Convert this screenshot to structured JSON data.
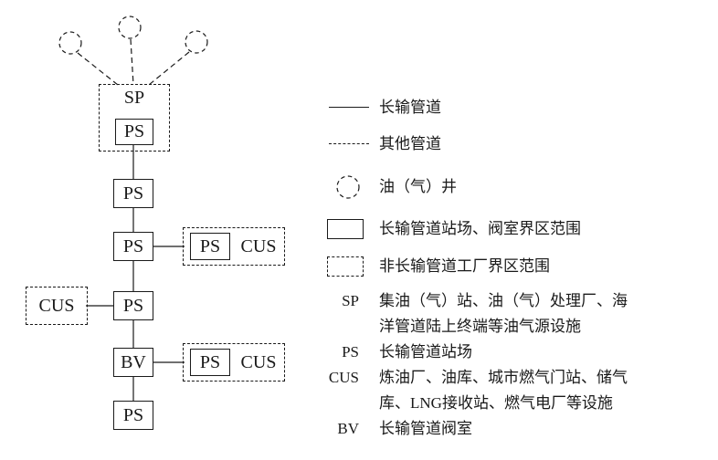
{
  "colors": {
    "ink": "#1a1a1a",
    "background": "#ffffff"
  },
  "diagram": {
    "labels": {
      "sp": "SP",
      "ps": "PS",
      "cus": "CUS",
      "bv": "BV"
    },
    "wells_count": 3
  },
  "legend": {
    "symbol_items": [
      {
        "symbol": "solid-line",
        "label": "长输管道"
      },
      {
        "symbol": "dashed-line",
        "label": "其他管道"
      },
      {
        "symbol": "dashed-circle",
        "label": "油（气）井"
      },
      {
        "symbol": "solid-rect",
        "label": "长输管道站场、阀室界区范围"
      },
      {
        "symbol": "dashed-rect",
        "label": "非长输管道工厂界区范围"
      }
    ],
    "terms": [
      {
        "abbr": "SP",
        "definition": "集油（气）站、油（气）处理厂、海洋管道陆上终端等油气源设施"
      },
      {
        "abbr": "PS",
        "definition": "长输管道站场"
      },
      {
        "abbr": "CUS",
        "definition": "炼油厂、油库、城市燃气门站、储气库、LNG接收站、燃气电厂等设施"
      },
      {
        "abbr": "BV",
        "definition": "长输管道阀室"
      }
    ]
  }
}
